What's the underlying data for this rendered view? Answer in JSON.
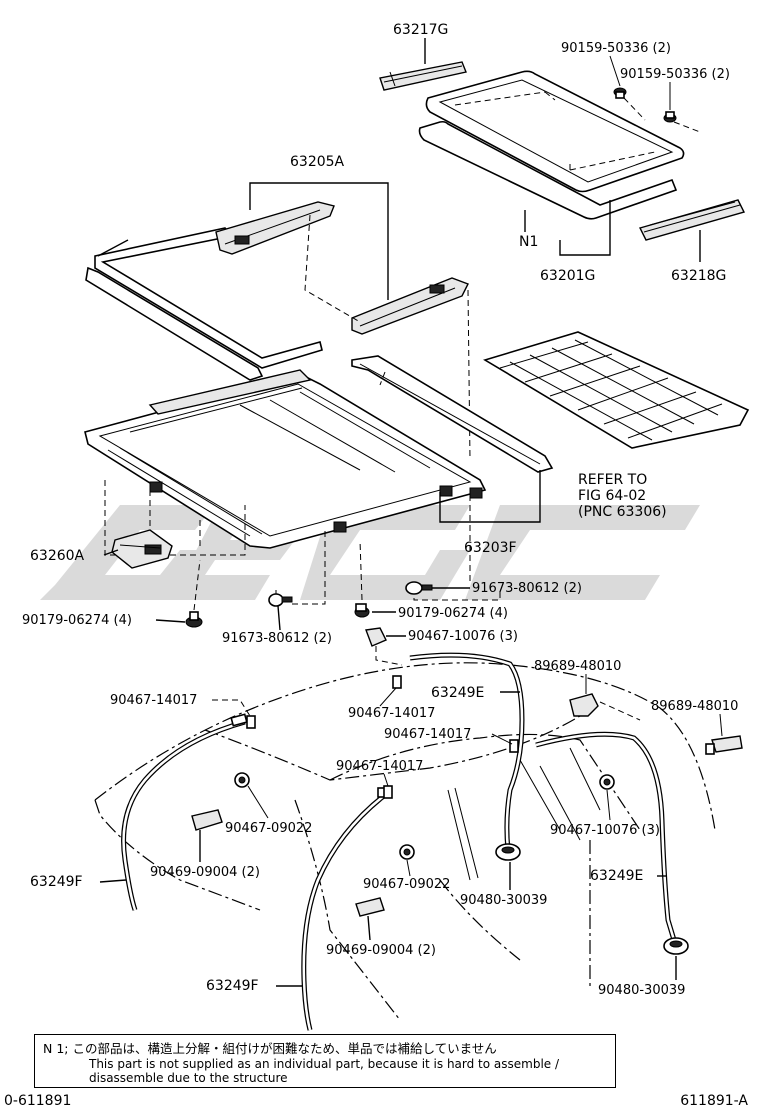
{
  "labels": {
    "p63217G": "63217G",
    "p90159a": "90159-50336 (2)",
    "p90159b": "90159-50336 (2)",
    "p63205A": "63205A",
    "pN1": "N1",
    "p63201G": "63201G",
    "p63218G": "63218G",
    "refer1": "REFER TO",
    "refer2": "FIG 64-02",
    "refer3": "(PNC 63306)",
    "p63260A": "63260A",
    "p63203F": "63203F",
    "p91673a": "91673-80612 (2)",
    "p90179a": "90179-06274 (4)",
    "p90179b": "90179-06274 (4)",
    "p91673b": "91673-80612 (2)",
    "p90467_10076a": "90467-10076 (3)",
    "p89689a": "89689-48010",
    "p63249Ea": "63249E",
    "p90467_14017a": "90467-14017",
    "p90467_14017b": "90467-14017",
    "p89689b": "89689-48010",
    "p90467_14017c": "90467-14017",
    "p90467_14017d": "90467-14017",
    "p90467_09022a": "90467-09022",
    "p90467_10076b": "90467-10076 (3)",
    "p90469a": "90469-09004 (2)",
    "p63249Fa": "63249F",
    "p90467_09022b": "90467-09022",
    "p63249Eb": "63249E",
    "p90480a": "90480-30039",
    "p90469b": "90469-09004 (2)",
    "p63249Fb": "63249F",
    "p90480b": "90480-30039"
  },
  "note": {
    "jp": "N 1; この部品は、構造上分解・組付けが困難なため、単品では補給していません",
    "en1": "This part is not supplied as an individual part, because it is hard to assemble /",
    "en2": "disassemble due to the structure"
  },
  "footer": {
    "left": "0-611891",
    "right": "611891-A"
  }
}
